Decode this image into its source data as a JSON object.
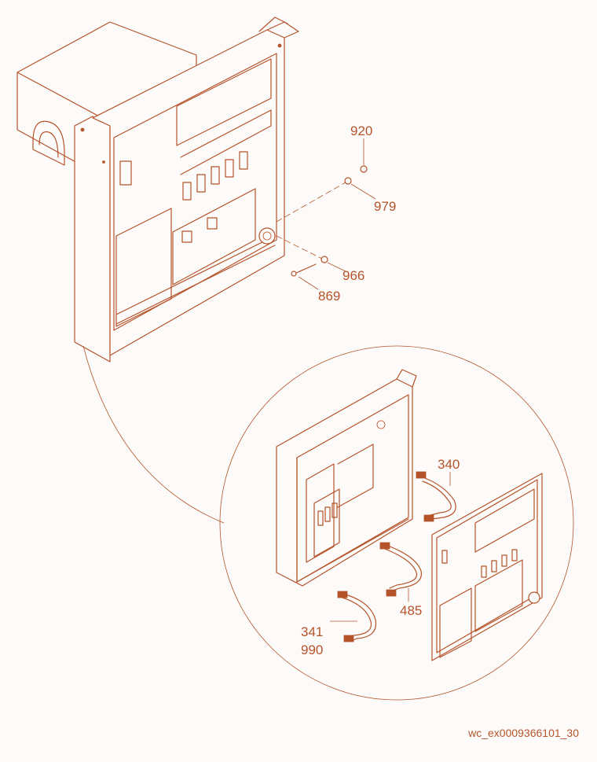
{
  "callouts": {
    "c920": "920",
    "c979": "979",
    "c966": "966",
    "c869": "869",
    "c340": "340",
    "c341": "341",
    "c990": "990",
    "c485": "485"
  },
  "reference_code": "wc_ex0009366101_30",
  "colors": {
    "line": "#b5532a",
    "background": "#fdfbf9"
  }
}
